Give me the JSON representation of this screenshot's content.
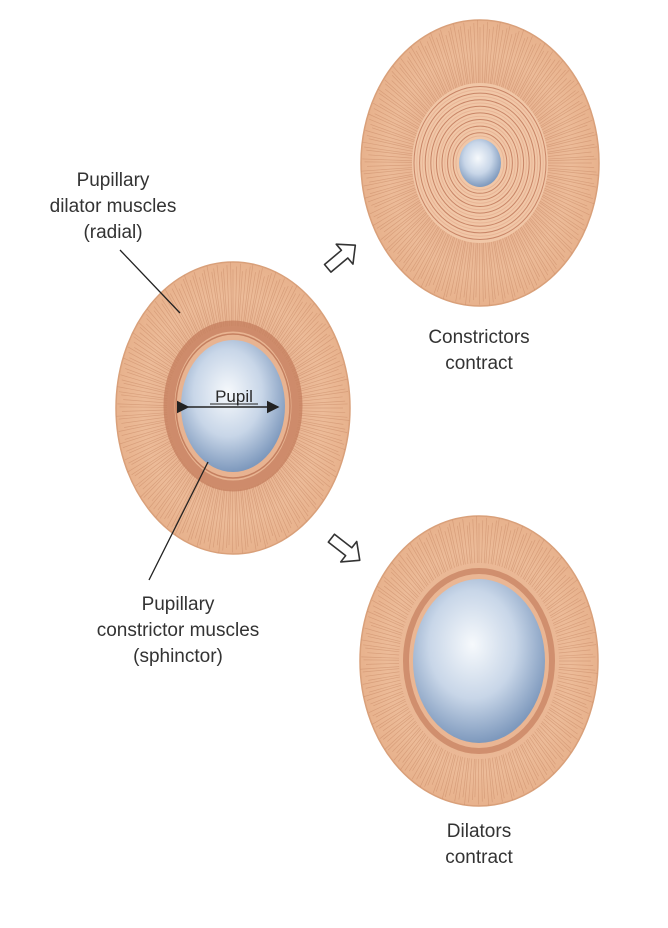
{
  "labels": {
    "dilator_line1": "Pupillary",
    "dilator_line2": "dilator muscles",
    "dilator_line3": "(radial)",
    "pupil": "Pupil",
    "constrictor_line1": "Pupillary",
    "constrictor_line2": "constrictor muscles",
    "constrictor_line3": "(sphinctor)",
    "constrictors_line1": "Constrictors",
    "constrictors_line2": "contract",
    "dilators_line1": "Dilators",
    "dilators_line2": "contract"
  },
  "colors": {
    "iris": "#e8b28c",
    "iris_edge": "#d69a74",
    "fiber": "#c98b68",
    "sphincter": "#cf8a68",
    "pupil_light": "#f4f7fb",
    "pupil_dark": "#7e99bd"
  }
}
